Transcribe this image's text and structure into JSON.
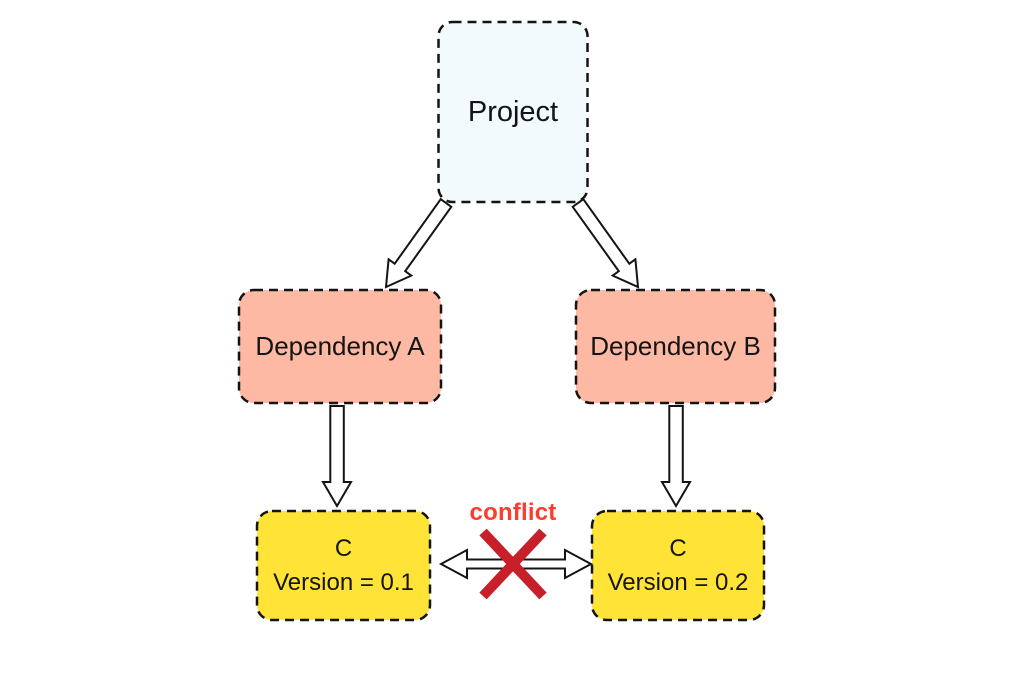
{
  "page": {
    "background": "#FFFFFF"
  },
  "diagram": {
    "nodes": {
      "project": {
        "label": "Project",
        "fill": "#F2FAFD"
      },
      "dep_a": {
        "label": "Dependency A",
        "fill": "#FDB9A4"
      },
      "dep_b": {
        "label": "Dependency B",
        "fill": "#FDB9A4"
      },
      "c1": {
        "label": "C",
        "sublabel": "Version = 0.1",
        "fill": "#FFE337"
      },
      "c2": {
        "label": "C",
        "sublabel": "Version = 0.2",
        "fill": "#FFE337"
      }
    },
    "edges": [
      {
        "from": "Project",
        "to": "Dependency A"
      },
      {
        "from": "Project",
        "to": "Dependency B"
      },
      {
        "from": "Dependency A",
        "to": "C Version = 0.1"
      },
      {
        "from": "Dependency B",
        "to": "C Version = 0.2"
      },
      {
        "from": "C Version = 0.1",
        "to": "C Version = 0.2",
        "bidirectional": true,
        "blocked": true
      }
    ],
    "conflict": {
      "label": "conflict",
      "label_color": "#FF3B30",
      "x_color": "#C7202B"
    },
    "stroke_color": "#141414",
    "arrow_fill": "#FFFFFF"
  }
}
